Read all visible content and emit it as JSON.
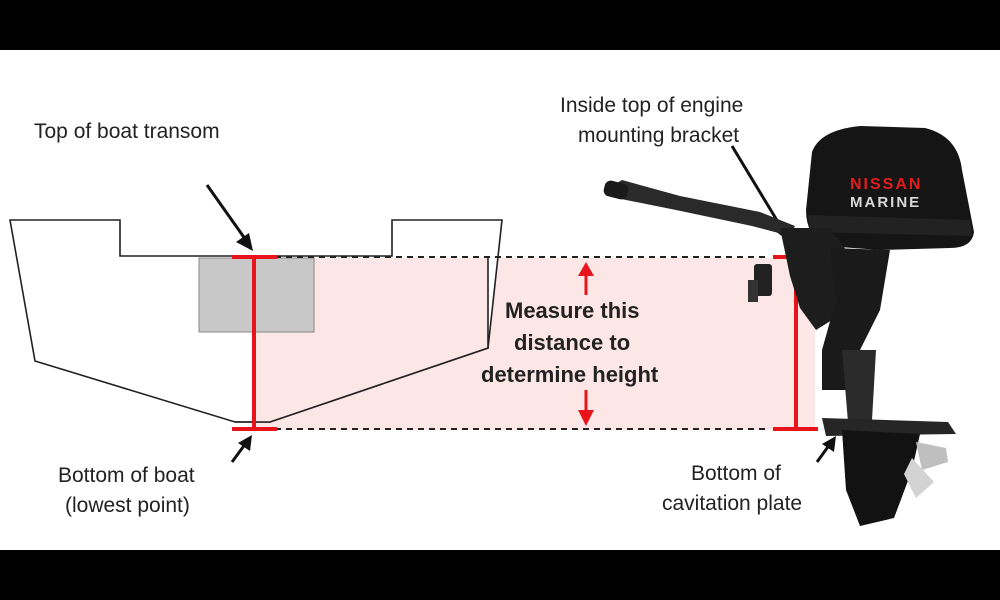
{
  "labels": {
    "top_of_transom": "Top of boat transom",
    "bottom_of_boat_line1": "Bottom of boat",
    "bottom_of_boat_line2": "(lowest point)",
    "bracket_line1": "Inside top of engine",
    "bracket_line2": "mounting bracket",
    "cavitation_line1": "Bottom of",
    "cavitation_line2": "cavitation plate",
    "measure_line1": "Measure this",
    "measure_line2": "distance to",
    "measure_line3": "determine height"
  },
  "engine": {
    "brand_line1": "NISSAN",
    "brand_line2": "MARINE"
  },
  "colors": {
    "measure_red": "#e8141b",
    "shaded_zone": "#fde6e6",
    "brand_red": "#e31d1d"
  },
  "icons": [
    "arrow-icon",
    "double-arrow-icon",
    "outboard-engine-image"
  ]
}
